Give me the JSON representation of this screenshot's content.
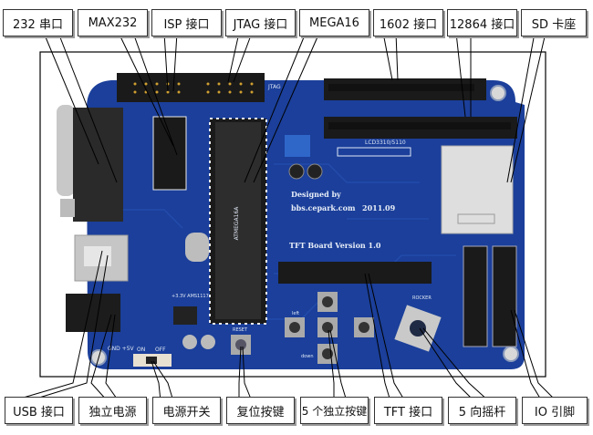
{
  "colors": {
    "pcb": "#1b3f9a",
    "pcb_dark": "#12306f",
    "header_black": "#1a1a1a",
    "metal": "#c9c9c9",
    "callout_border": "#333333",
    "leader": "#000000"
  },
  "callouts_top": [
    {
      "id": "rs232",
      "label": "232 串口"
    },
    {
      "id": "max232",
      "label": "MAX232"
    },
    {
      "id": "isp",
      "label": "ISP 接口"
    },
    {
      "id": "jtag",
      "label": "JTAG 接口"
    },
    {
      "id": "mega16",
      "label": "MEGA16"
    },
    {
      "id": "lcd1602",
      "label": "1602 接口"
    },
    {
      "id": "lcd12864",
      "label": "12864 接口"
    },
    {
      "id": "sd",
      "label": "SD 卡座"
    }
  ],
  "callouts_bottom": [
    {
      "id": "usb",
      "label": "USB 接口"
    },
    {
      "id": "power",
      "label": "独立电源"
    },
    {
      "id": "switch",
      "label": "电源开关"
    },
    {
      "id": "reset",
      "label": "复位按键"
    },
    {
      "id": "keys",
      "label": "5 个独立按键"
    },
    {
      "id": "tft",
      "label": "TFT  接口"
    },
    {
      "id": "rocker",
      "label": "5 向摇杆"
    },
    {
      "id": "io",
      "label": "IO 引脚"
    }
  ],
  "board": {
    "silkscreen_designed_by": "Designed by",
    "silkscreen_site": "bbs.cepark.com",
    "silkscreen_date": "2011.09",
    "silkscreen_title": "TFT Board  Version 1.0",
    "jtag_mark": "JTAG",
    "lcd_mark": "LCD3310/5110",
    "reset_mark": "RESET",
    "rocker_mark": "ROCKER",
    "reg_mark": "+3.3V AMS1117",
    "on_mark": "ON",
    "off_mark": "OFF",
    "gnd_mark": "GND +5V",
    "left_mark": "left",
    "down_mark": "down",
    "chip_mark": "ATMEGA16A"
  }
}
